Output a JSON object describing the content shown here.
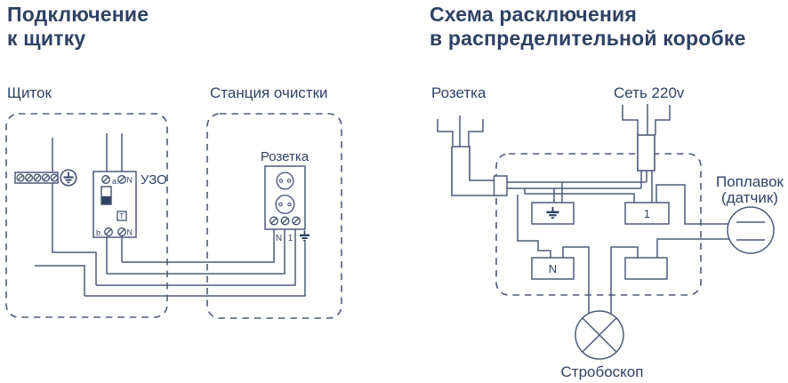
{
  "left_diagram": {
    "title_line1": "Подключение",
    "title_line2": "к щитку",
    "panel_label": "Щиток",
    "station_label": "Станция очистки",
    "rcd_label": "УЗО",
    "rcd_terminals": {
      "a": "a.",
      "n_top": "N",
      "test": "T",
      "b": "b.",
      "n_bottom": "N"
    },
    "socket_label": "Розетка",
    "socket_terminal_n": "N",
    "socket_terminal_1": "1"
  },
  "right_diagram": {
    "title_line1": "Схема расключения",
    "title_line2": "в распределительной коробке",
    "plug_label": "Розетка",
    "mains_label": "Сеть 220v",
    "float_label_line1": "Поплавок",
    "float_label_line2": "(датчик)",
    "strobe_label": "Стробоскоп",
    "junction_box_1": "1",
    "junction_box_n": "N"
  },
  "colors": {
    "line": "#4d5a78",
    "text": "#2e4263",
    "background": "#ffffff"
  }
}
